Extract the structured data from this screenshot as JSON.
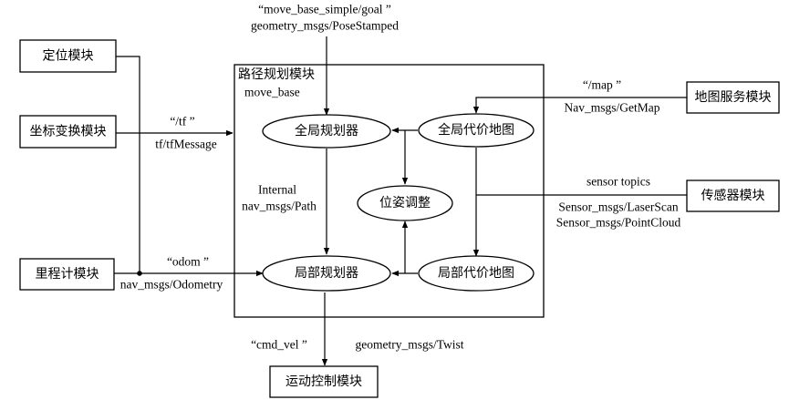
{
  "modules": {
    "localization": "定位模块",
    "coord_transform": "坐标变换模块",
    "odometry": "里程计模块",
    "map_server": "地图服务模块",
    "sensors": "传感器模块",
    "motion_control": "运动控制模块"
  },
  "move_base": {
    "title": "路径规划模块",
    "subtitle": "move_base",
    "global_planner": "全局规划器",
    "global_costmap": "全局代价地图",
    "pose_adjust": "位姿调整",
    "local_planner": "局部规划器",
    "local_costmap": "局部代价地图"
  },
  "labels": {
    "goal_topic": "“move_base_simple/goal ”",
    "goal_type": "geometry_msgs/PoseStamped",
    "tf_topic": "“/tf ”",
    "tf_type": "tf/tfMessage",
    "odom_topic": "“odom ”",
    "odom_type": "nav_msgs/Odometry",
    "internal": "Internal",
    "path_type": "nav_msgs/Path",
    "map_topic": "“/map ”",
    "map_type": "Nav_msgs/GetMap",
    "sensor_topics": "sensor topics",
    "laser_type": "Sensor_msgs/LaserScan",
    "cloud_type": "Sensor_msgs/PointCloud",
    "cmd_vel_topic": "“cmd_vel ”",
    "twist_type": "geometry_msgs/Twist"
  }
}
